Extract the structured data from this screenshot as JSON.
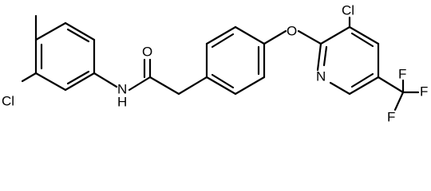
{
  "molecule": {
    "atoms": {
      "cl_left": "Cl",
      "nh": "N",
      "nh_h": "H",
      "carbonyl_o": "O",
      "ether_o": "O",
      "cl_right": "Cl",
      "pyridine_n": "N",
      "cf3_f_right": "F",
      "cf3_f_top": "F",
      "cf3_f_bottom": "F"
    }
  }
}
